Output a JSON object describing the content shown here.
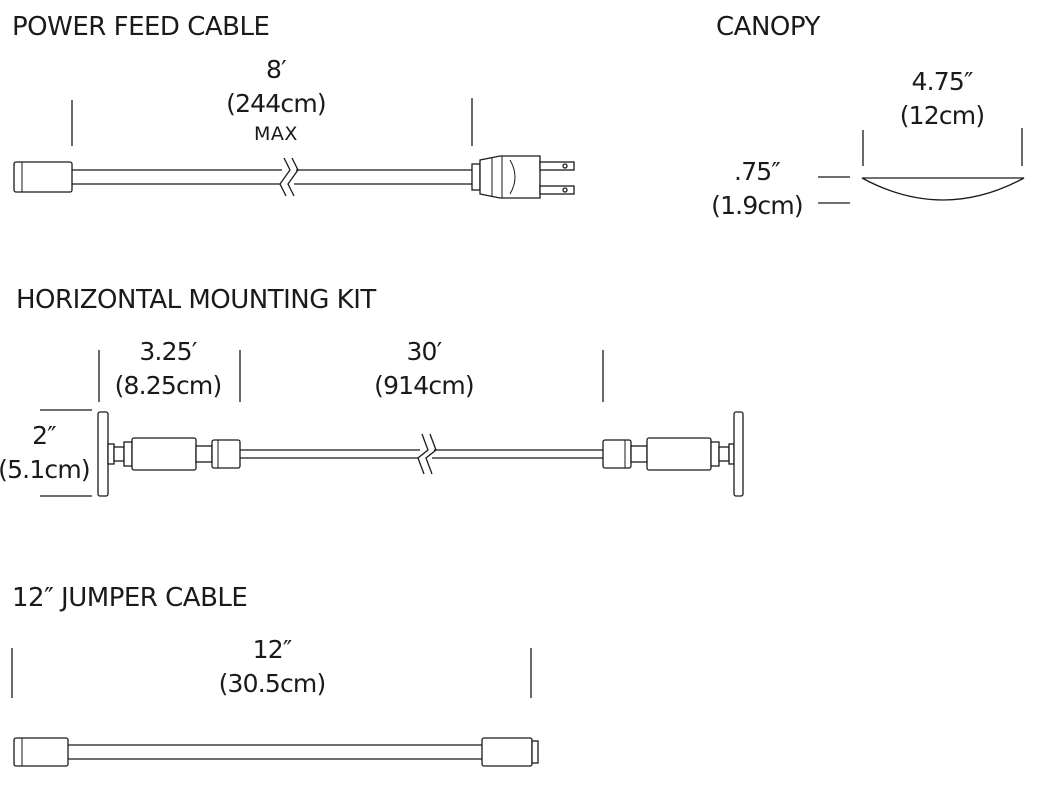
{
  "sections": {
    "power_feed": {
      "title": "POWER FEED CABLE",
      "length_in": "8′",
      "length_cm": "(244cm)",
      "note": "MAX"
    },
    "canopy": {
      "title": "CANOPY",
      "width_in": "4.75″",
      "width_cm": "(12cm)",
      "height_in": ".75″",
      "height_cm": "(1.9cm)"
    },
    "mounting_kit": {
      "title": "HORIZONTAL MOUNTING KIT",
      "standoff_in": "3.25′",
      "standoff_cm": "(8.25cm)",
      "span_in": "30′",
      "span_cm": "(914cm)",
      "plate_in": "2″",
      "plate_cm": "(5.1cm)"
    },
    "jumper": {
      "title": "12″ JUMPER CABLE",
      "length_in": "12″",
      "length_cm": "(30.5cm)"
    }
  },
  "colors": {
    "line": "#1a1a1a",
    "background": "#ffffff"
  }
}
